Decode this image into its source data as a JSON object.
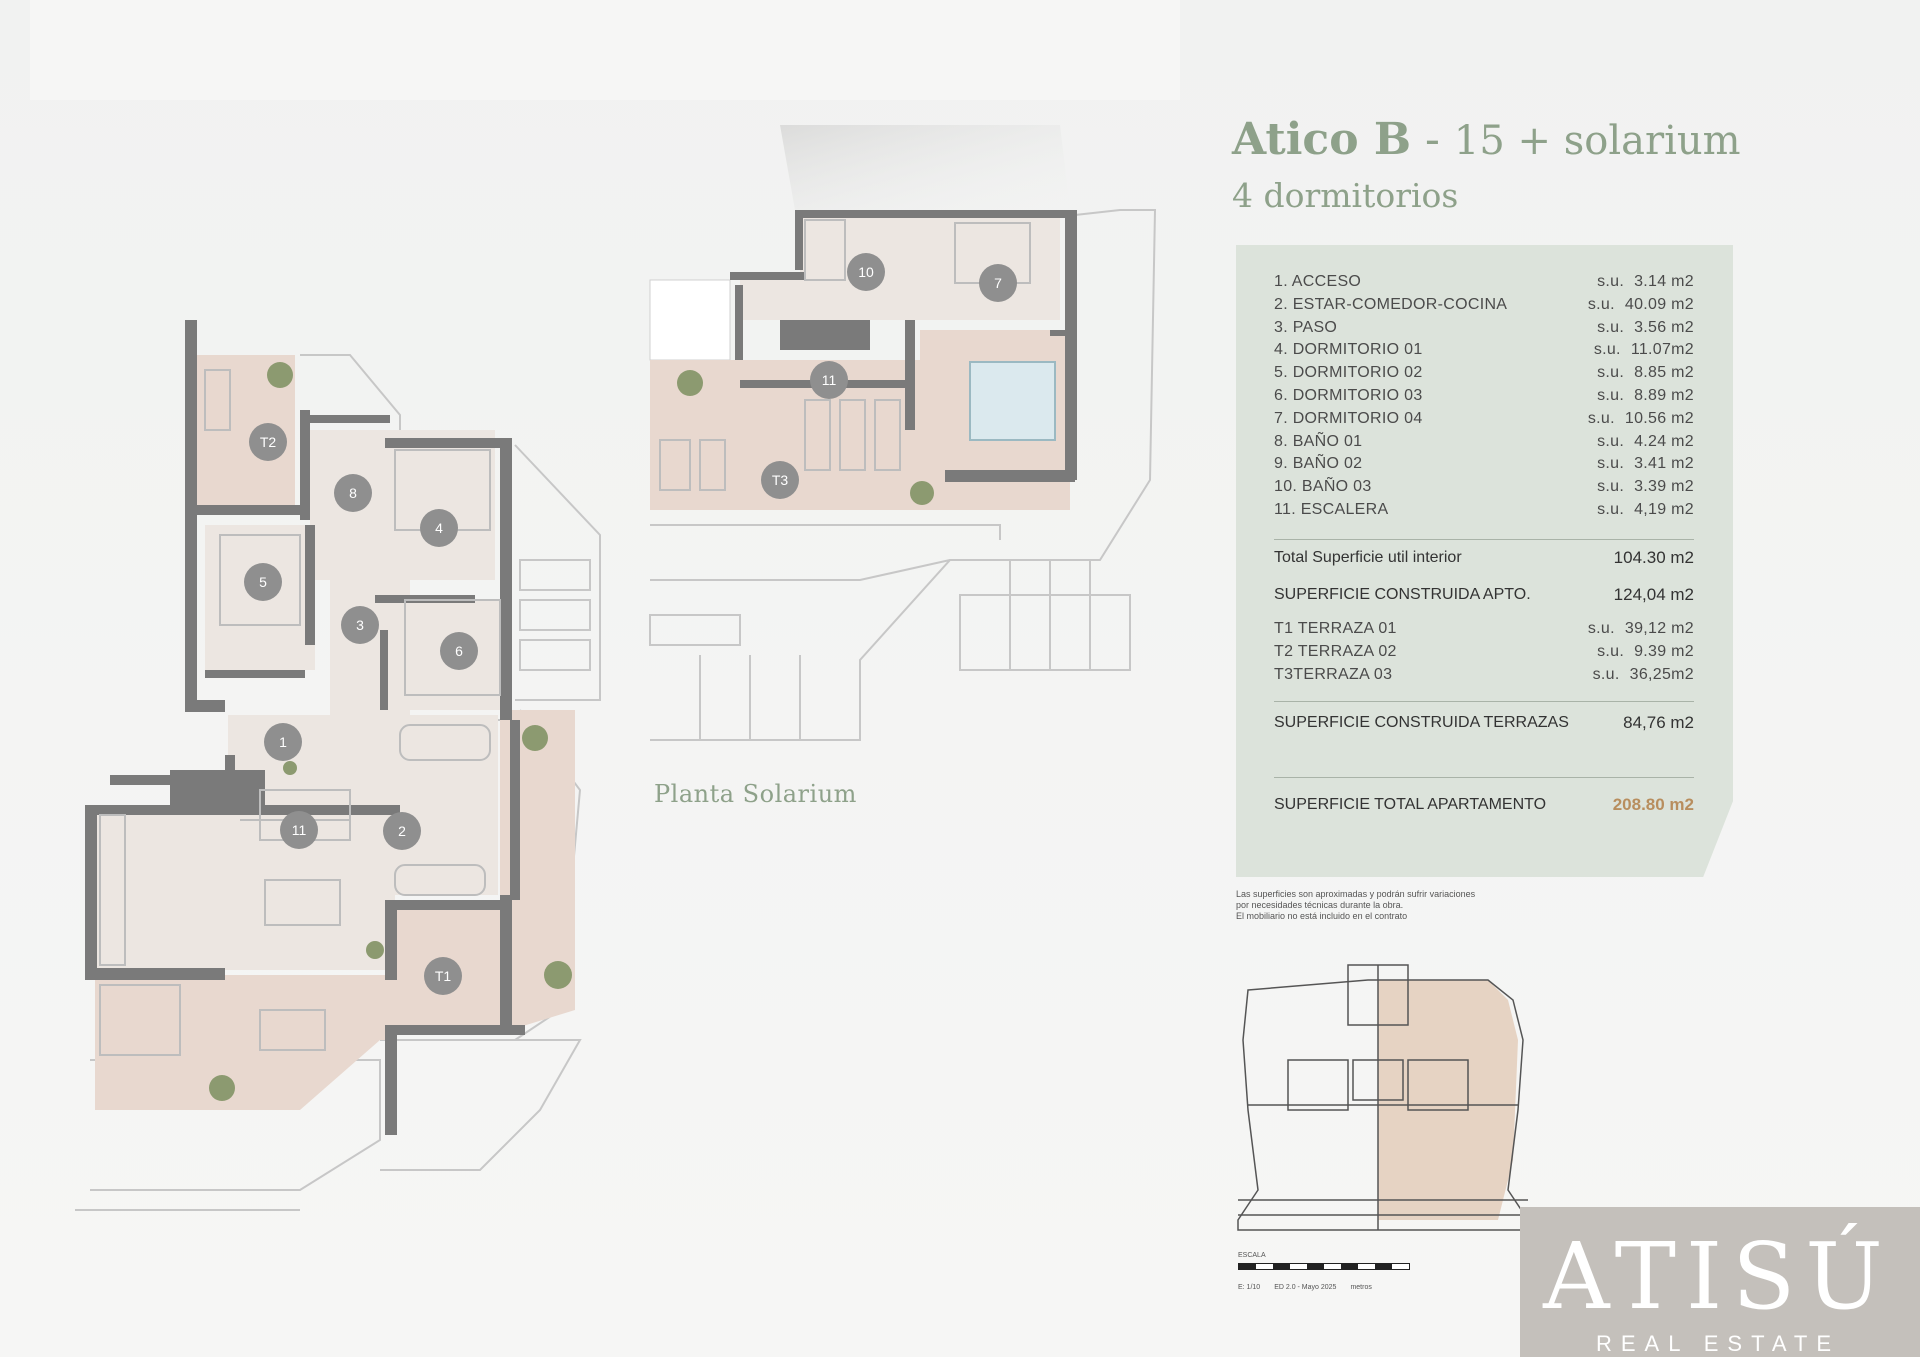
{
  "header": {
    "title_main": "Atico B",
    "title_sep": " - ",
    "title_rest": "15 + solarium",
    "subtitle": "4 dormitorios"
  },
  "plan_label": "Planta Solarium",
  "rooms": [
    {
      "name": "1. ACCESO",
      "su": "s.u.",
      "area": "3.14 m2"
    },
    {
      "name": "2. ESTAR-COMEDOR-COCINA",
      "su": "s.u.",
      "area": "40.09 m2"
    },
    {
      "name": "3. PASO",
      "su": "s.u.",
      "area": "3.56 m2"
    },
    {
      "name": "4. DORMITORIO 01",
      "su": "s.u.",
      "area": "11.07m2"
    },
    {
      "name": "5. DORMITORIO 02",
      "su": "s.u.",
      "area": "8.85 m2"
    },
    {
      "name": "6. DORMITORIO 03",
      "su": "s.u.",
      "area": "8.89 m2"
    },
    {
      "name": "7. DORMITORIO 04",
      "su": "s.u.",
      "area": "10.56 m2"
    },
    {
      "name": "8. BAÑO 01",
      "su": "s.u.",
      "area": "4.24 m2"
    },
    {
      "name": "9. BAÑO 02",
      "su": "s.u.",
      "area": "3.41 m2"
    },
    {
      "name": "10. BAÑO 03",
      "su": "s.u.",
      "area": "3.39 m2"
    },
    {
      "name": "11. ESCALERA",
      "su": "s.u.",
      "area": "4,19 m2"
    }
  ],
  "totals": {
    "interior_label": "Total Superficie util interior",
    "interior_value": "104.30 m2",
    "construida_label": "SUPERFICIE CONSTRUIDA APTO.",
    "construida_value": "124,04 m2"
  },
  "terraces": [
    {
      "name": "T1 TERRAZA 01",
      "su": "s.u.",
      "area": "39,12 m2"
    },
    {
      "name": "T2 TERRAZA 02",
      "su": "s.u.",
      "area": "9.39 m2"
    },
    {
      "name": "T3TERRAZA 03",
      "su": "s.u.",
      "area": "36,25m2"
    }
  ],
  "terraces_total": {
    "label": "SUPERFICIE CONSTRUIDA TERRAZAS",
    "value": "84,76 m2"
  },
  "grand_total": {
    "label": "SUPERFICIE TOTAL APARTAMENTO",
    "value": "208.80 m2"
  },
  "notes": [
    "Las superficies son aproximadas y podrán sufrir variaciones",
    "por necesidades técnicas durante la obra.",
    "El mobiliario no está incluido en el contrato"
  ],
  "scale": {
    "caption": "ESCALA",
    "ratio": "E: 1/10",
    "edition": "ED 2.0 - Mayo 2025",
    "unit": "metros"
  },
  "brand": {
    "name": "ATISÚ",
    "tagline": "REAL ESTATE"
  },
  "room_markers": {
    "main": [
      "T2",
      "8",
      "4",
      "5",
      "3",
      "6",
      "1",
      "11",
      "2",
      "T1"
    ],
    "solarium": [
      "10",
      "7",
      "11",
      "T3"
    ]
  },
  "colors": {
    "accent_green": "#8ea18a",
    "panel": "#dce3db",
    "wall": "#7a7a7a",
    "floor": "#ece6e1",
    "terrace": "#e8d8cf",
    "brand_bg": "#c4c0bb",
    "highlight": "#b88e5e"
  }
}
